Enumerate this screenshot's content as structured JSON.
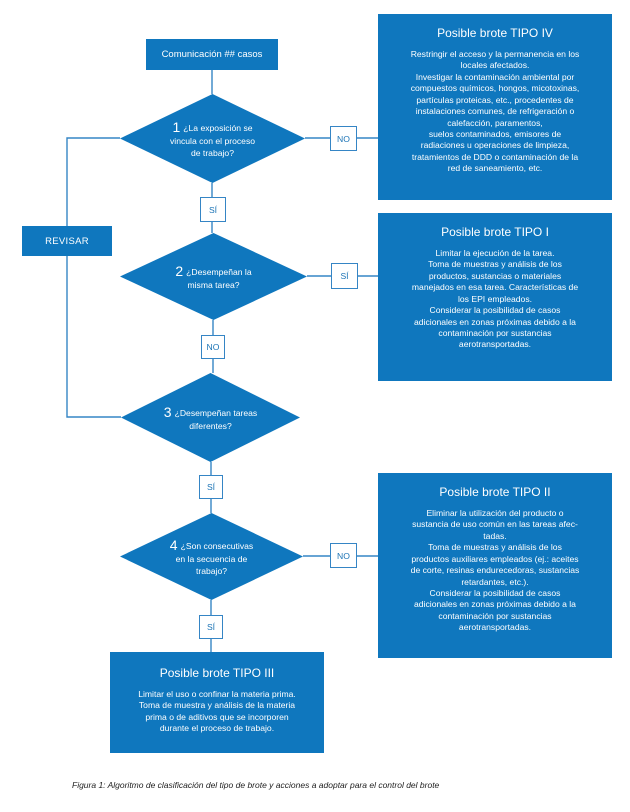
{
  "start": {
    "label": "Comunicación ## casos"
  },
  "revisar": {
    "label": "REVISAR"
  },
  "decisions": [
    {
      "num": "1",
      "question": "¿La exposición  se\nvincula con el proceso\nde trabajo?"
    },
    {
      "num": "2",
      "question": "¿Desempeñan la\nmisma tarea?"
    },
    {
      "num": "3",
      "question": "¿Desempeñan tareas\ndiferentes?"
    },
    {
      "num": "4",
      "question": "¿Son consecutivas\nen la secuencia de\ntrabajo?"
    }
  ],
  "connectors": {
    "d1_right": "NO",
    "d1_down": "SÍ",
    "d2_right": "SÍ",
    "d2_down": "NO",
    "d3_down": "SÍ",
    "d4_right": "NO",
    "d4_down": "SÍ"
  },
  "outcomes": [
    {
      "title": "Posible brote TIPO IV",
      "body": "Restringir el acceso y la permanencia en los\nlocales afectados.\nInvestigar la contaminación ambiental por\ncompuestos químicos, hongos,  micotoxinas,\npartículas proteicas, etc., procedentes de\ninstalaciones comunes, de refrigeración o\ncalefacción, paramentos,\nsuelos contaminados, emisores de\nradiaciones u operaciones de limpieza,\ntratamientos de DDD o contaminación de la\nred de saneamiento, etc."
    },
    {
      "title": "Posible brote TIPO I",
      "body": "Limitar la ejecución de la tarea.\nToma de muestras y análisis de los\nproductos, sustancias o materiales\nmanejados en esa tarea. Características de\nlos EPI empleados.\nConsiderar la posibilidad de casos\nadicionales en zonas próximas debido a la\ncontaminación por sustancias\naerotransportadas."
    },
    {
      "title": "Posible brote TIPO II",
      "body": "Eliminar la utilización del producto o\nsustancia de uso común en las tareas afec-\ntadas.\nToma de muestras y análisis de los\nproductos auxiliares empleados (ej.: aceites\nde corte, resinas endurecedoras, sustancias\nretardantes, etc.).\nConsiderar la posibilidad de casos\nadicionales en zonas próximas debido a la\ncontaminación por sustancias\naerotransportadas."
    },
    {
      "title": "Posible brote TIPO III",
      "body": "Limitar el uso o confinar la materia prima.\nToma de muestra y análisis de la materia\nprima o de aditivos que se incorporen\ndurante el proceso de trabajo."
    }
  ],
  "caption": "Figura 1: Algoritmo de clasificación del tipo de brote y acciones a adoptar para el control del brote",
  "colors": {
    "shape_blue": "#0f77be",
    "line_blue": "#3585c5",
    "text_white": "#ffffff"
  }
}
